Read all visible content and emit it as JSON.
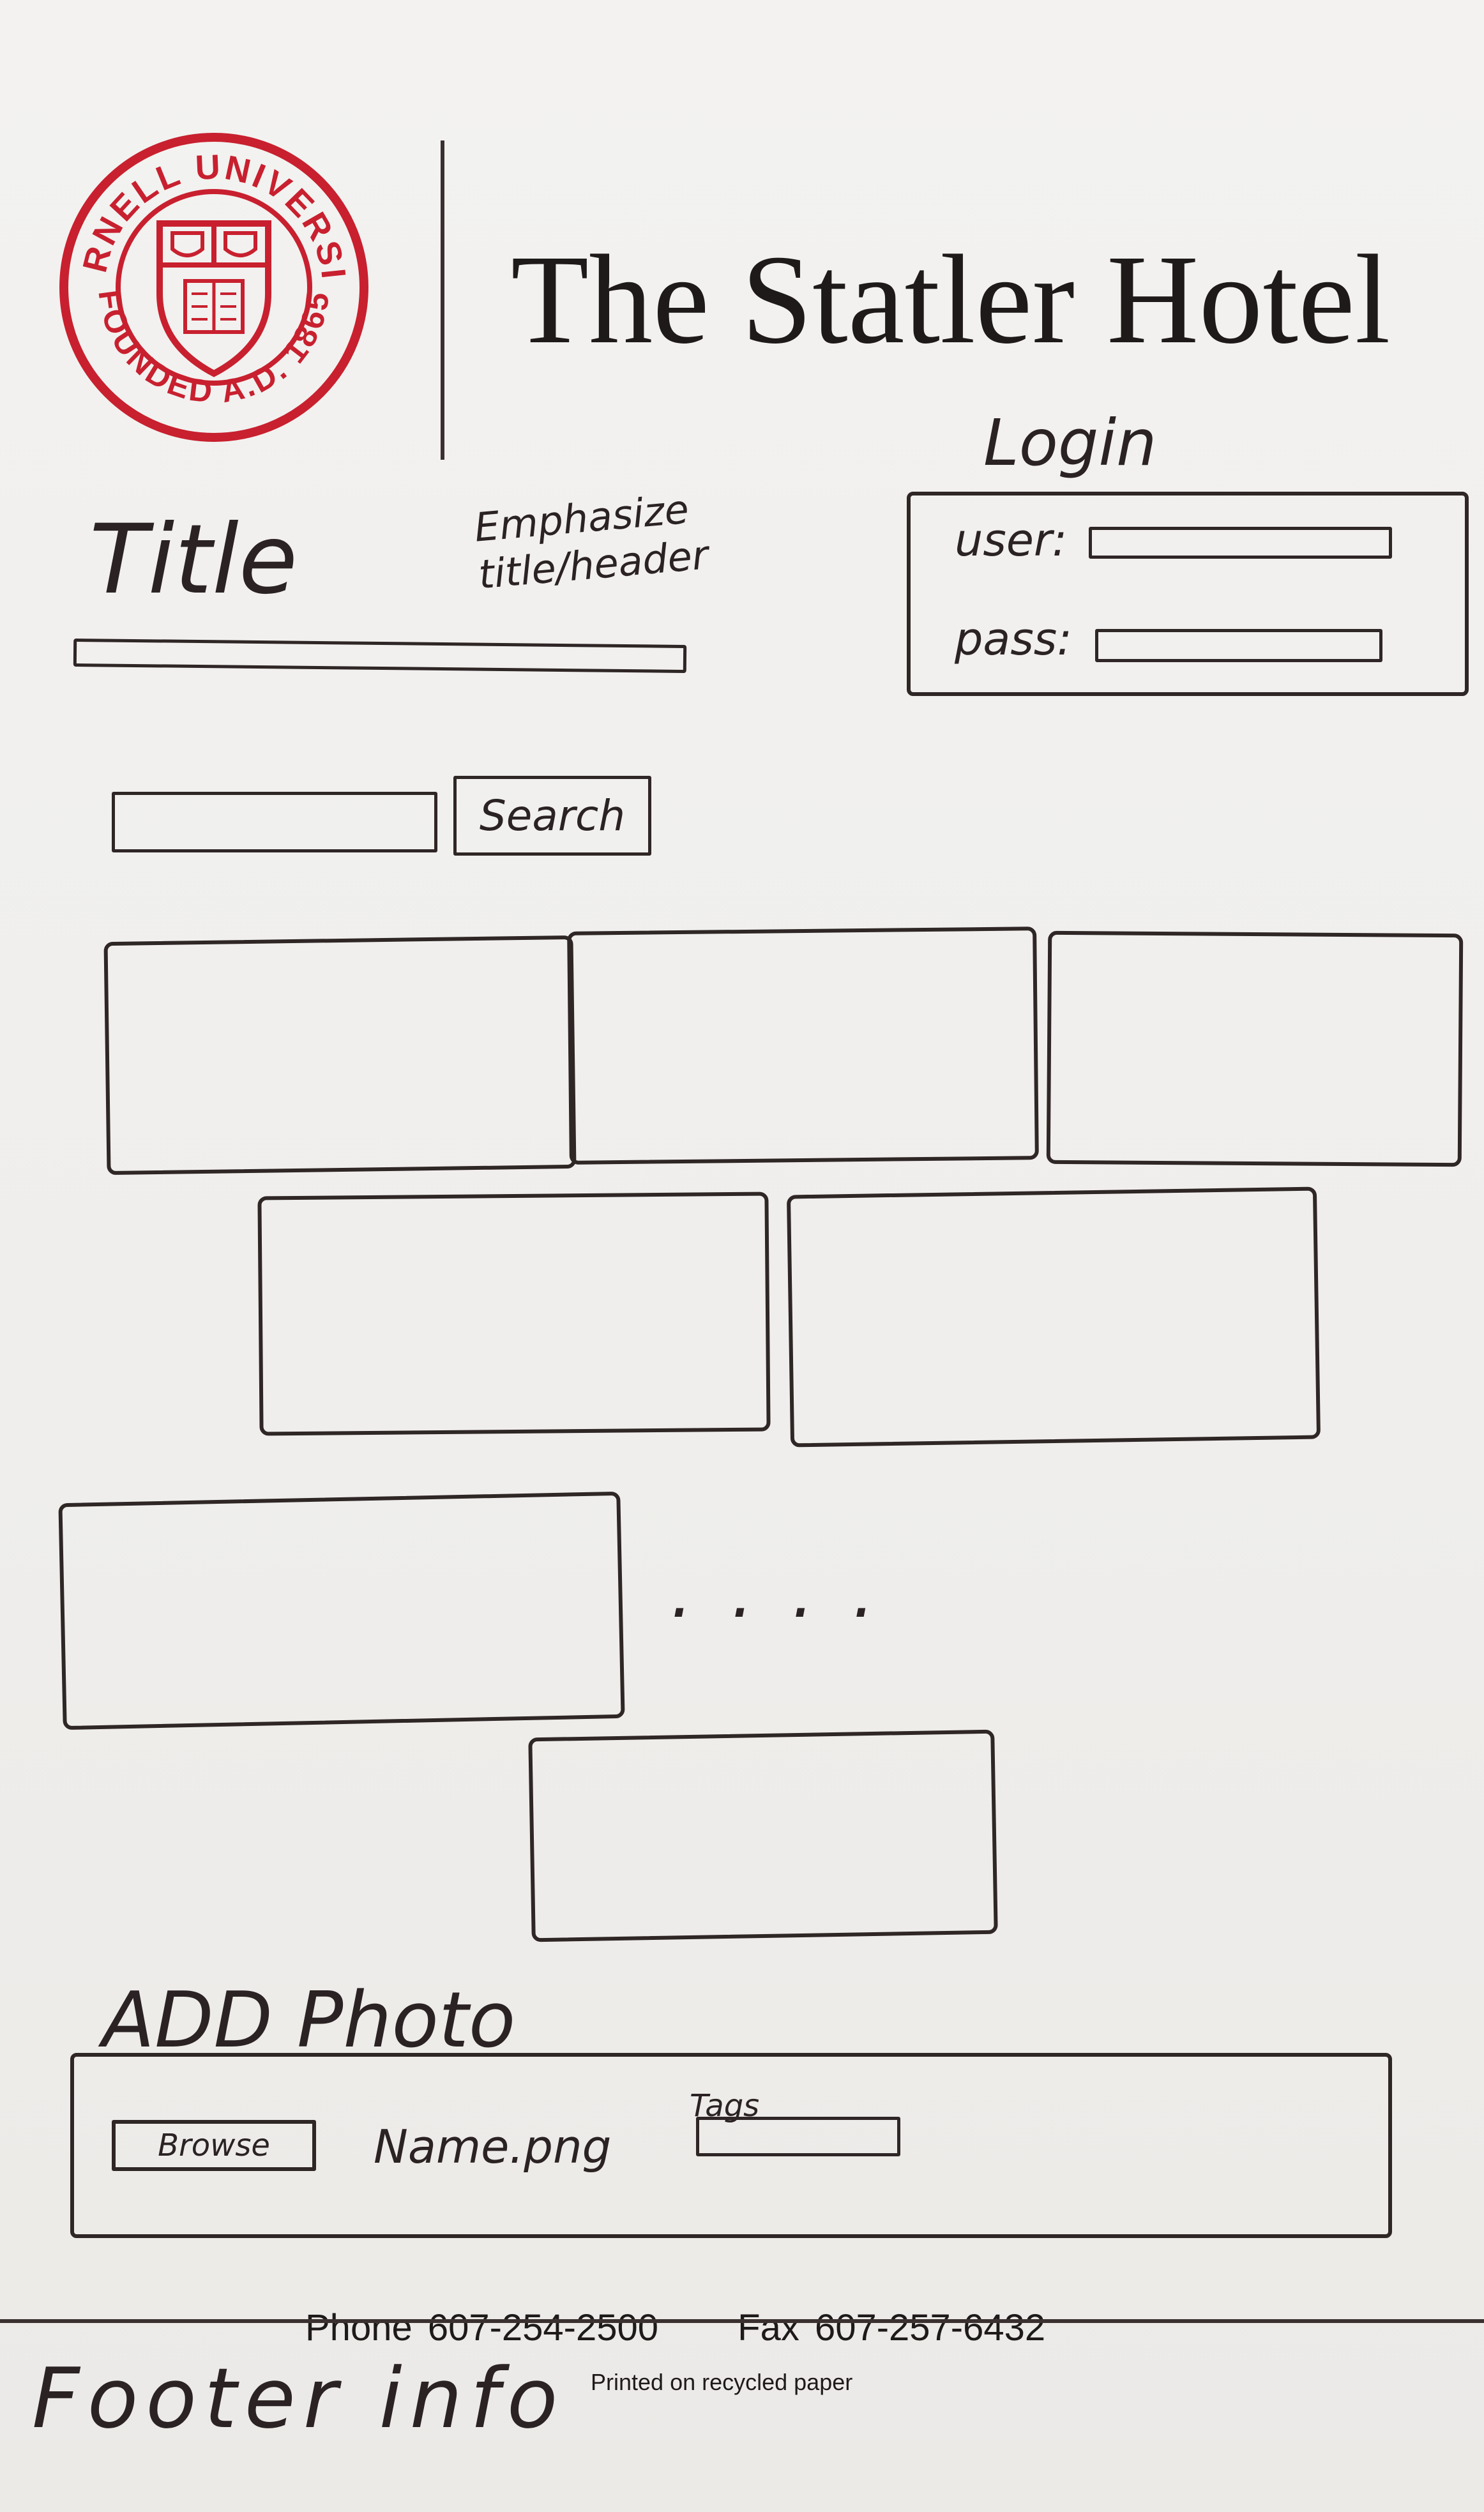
{
  "header": {
    "seal_text_top": "CORNELL UNIVERSITY",
    "seal_text_bottom": "FOUNDED A.D. 1865",
    "hotel_name": "The Statler Hotel",
    "seal_color": "#c8202f"
  },
  "title_section": {
    "title": "Title",
    "annotation_line1": "Emphasize",
    "annotation_line2": "title/header"
  },
  "login": {
    "heading": "Login",
    "user_label": "user:",
    "pass_label": "pass:"
  },
  "search": {
    "button_label": "Search"
  },
  "gallery": {
    "ellipsis": "...."
  },
  "add_photo": {
    "heading": "ADD Photo",
    "browse_label": "Browse",
    "file_name": "Name.png",
    "tags_label": "Tags"
  },
  "footer": {
    "phone": "Phone 607-254-2500",
    "fax": "Fax 607-257-6432",
    "recycled": "Printed on recycled paper",
    "footer_info": "Footer info"
  }
}
